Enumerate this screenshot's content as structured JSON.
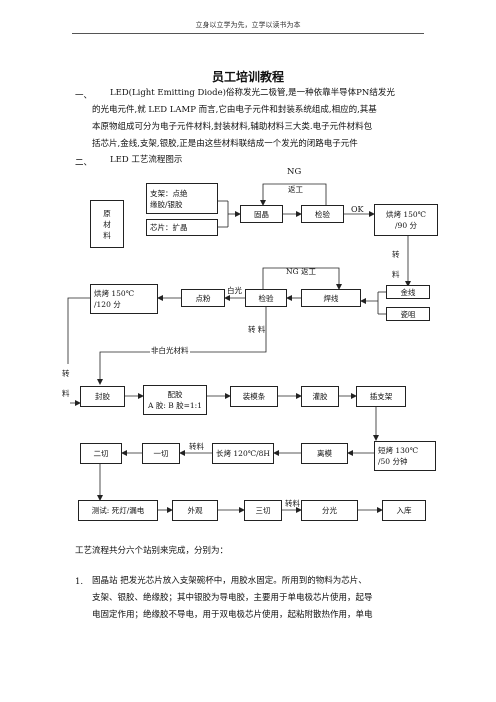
{
  "header": "立身以立学为先，立学以读书为本",
  "title": "员工培训教程",
  "intro": {
    "num": "一、",
    "lines": [
      "LED(Light Emitting Diode)俗称发光二极管,是一种依靠半导体PN结发光",
      "的光电元件,就 LED LAMP 而言,它由电子元件和封装系统组成,相应的,其基",
      "本原物组成可分为电子元件材料,封装材料,辅助材料三大类.电子元件材料包",
      "括芯片,金线,支架,银胶,正是由这些材料联结成一个发光的闭路电子元件"
    ]
  },
  "section2": {
    "num": "二、",
    "label": "LED 工艺流程图示"
  },
  "flow": {
    "raw_material": "原\n材\n料",
    "bracket": "支架：点绝\n缘胶/银胶",
    "chip": "芯片：扩晶",
    "die_bond": "固晶",
    "inspect1": "检验",
    "bake1": "烘烤 150℃\n/90 分",
    "gold_wire": "金线",
    "porcelain": "瓷咀",
    "wire_bond": "焊线",
    "inspect2": "检验",
    "dispense": "点粉",
    "bake2": "烘烤 150℃\n/120 分",
    "encap": "封胶",
    "mix": "配胶\nA 胶: B 胶=1:1",
    "mold_strip": "装模条",
    "pour": "灌胶",
    "insert": "插支架",
    "short_bake": "短烤 130℃\n/50 分钟",
    "demold": "离模",
    "long_bake": "长烤 120℃/8H",
    "cut1": "一切",
    "cut2": "二切",
    "test": "测试: 死灯/漏电",
    "appearance": "外观",
    "cut3": "三切",
    "sorting": "分光",
    "storage": "入库",
    "label_ng_top": "NG",
    "label_rework_top": "返工",
    "label_ok": "OK",
    "label_transfer_right": "转\n料",
    "label_ng_rework": "NG  返工",
    "label_white": "白光",
    "label_transfer_mid": "转  料",
    "label_non_white": "非白光材料",
    "label_transfer_left": "转\n料",
    "label_transfer_row4": "转料",
    "label_transfer_row5": "转料"
  },
  "summary": "工艺流程共分六个站别来完成，分别为：",
  "item1": {
    "num": "1.",
    "lines": [
      "固晶站    把发光芯片放入支架碗杯中，用胶水固定。所用到的物料为芯片、",
      "支架、银胶、绝缘胶；其中银胶为导电胶，主要用于单电极芯片使用，起导",
      "电固定作用；绝缘胶不导电，用于双电极芯片使用，起粘附散热作用，单电"
    ]
  }
}
